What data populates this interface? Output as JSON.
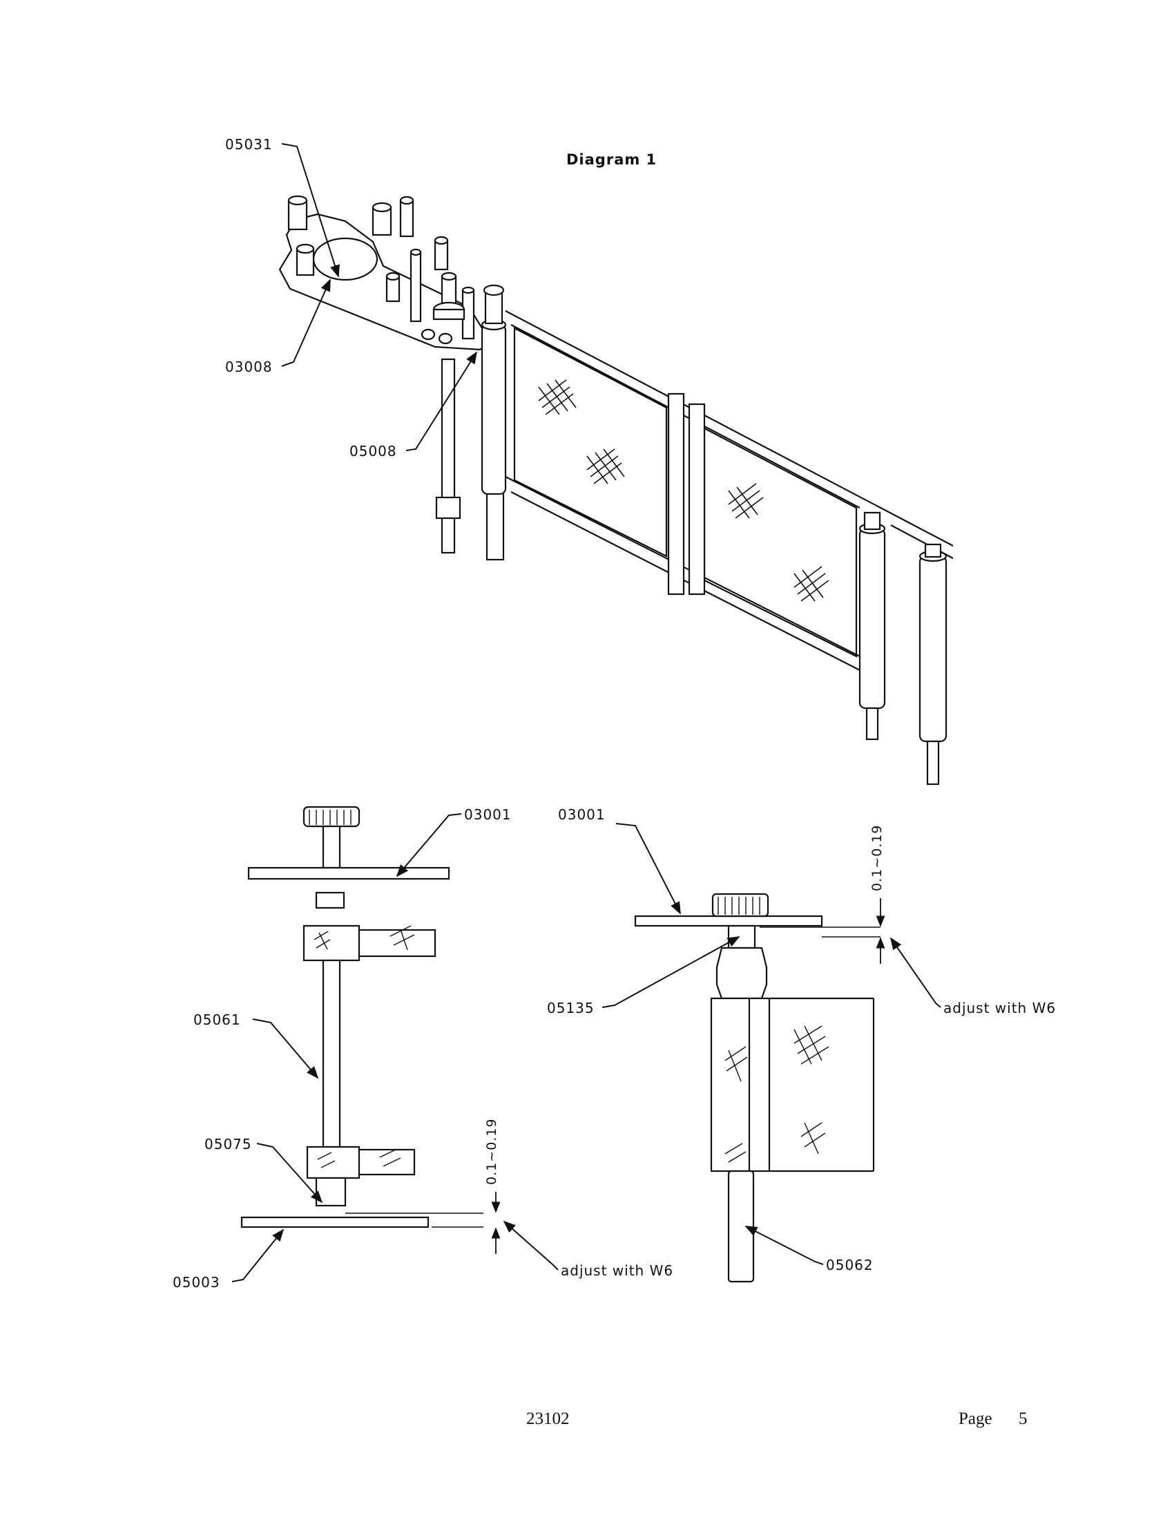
{
  "diagram": {
    "title": "Diagram  1",
    "callouts": {
      "c05031": "05031",
      "c03008": "03008",
      "c05008": "05008",
      "c03001_left": "03001",
      "c05061": "05061",
      "c05075": "05075",
      "c05003": "05003",
      "c03001_right": "03001",
      "c05135": "05135",
      "c05062": "05062"
    },
    "clearance_left": "0.1~0.19",
    "clearance_right": "0.1~0.19",
    "adjust_left": "adjust with W6",
    "adjust_right": "adjust with W6"
  },
  "footer": {
    "doc_number": "23102",
    "page_label": "Page",
    "page_number": "5"
  }
}
